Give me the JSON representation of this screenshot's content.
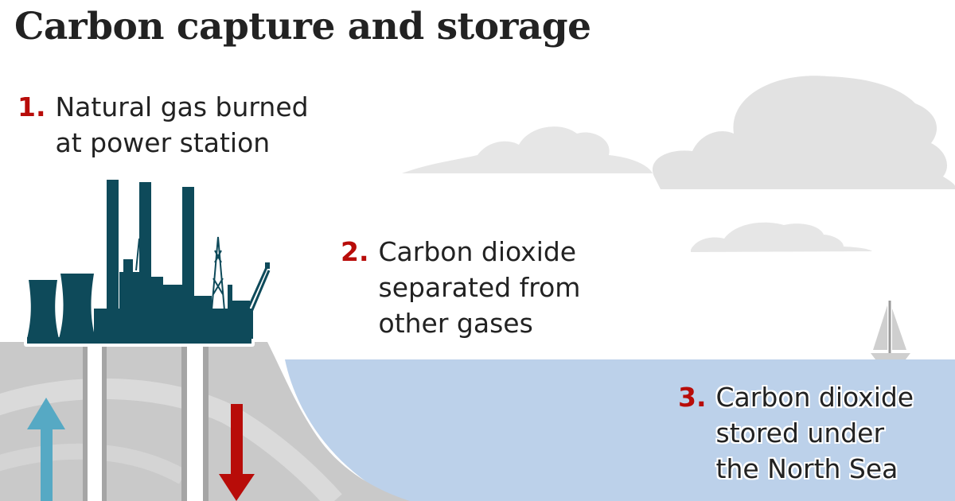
{
  "title": "Carbon capture and storage",
  "steps": [
    {
      "number": "1.",
      "lines": [
        "Natural gas burned",
        "at power station"
      ]
    },
    {
      "number": "2.",
      "lines": [
        "Carbon dioxide",
        "separated from",
        "other gases"
      ]
    },
    {
      "number": "3.",
      "lines": [
        "Carbon dioxide",
        "stored under",
        "the North Sea"
      ]
    }
  ],
  "colors": {
    "number_accent": "#b80c09",
    "power_station": "#0e4a5a",
    "sea": "#bcd1ea",
    "ground": "#c9c9c9",
    "cloud": "#e2e2e2",
    "arrow_up": "#56a9c4",
    "arrow_down": "#b80c09"
  },
  "icons": {
    "power_station": "power-station-icon",
    "sailboat": "sailboat-icon",
    "arrow_up": "arrow-up-icon",
    "arrow_down": "arrow-down-icon"
  }
}
